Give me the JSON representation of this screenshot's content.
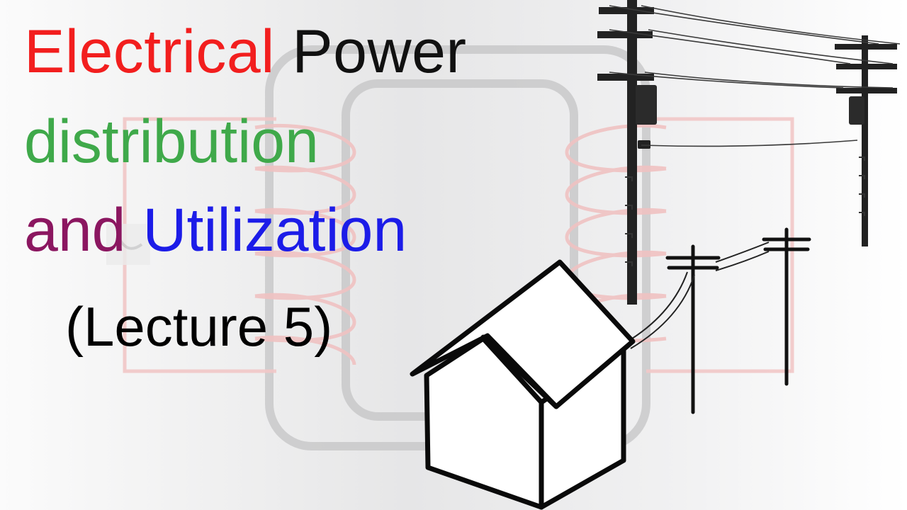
{
  "title": {
    "line1": {
      "part1": "Electrical",
      "part2": "Power"
    },
    "line2": "distribution",
    "line3": {
      "part1": "and",
      "part2": "Utilization"
    },
    "lecture": "(Lecture 5)"
  },
  "colors": {
    "electrical": "#f21e1e",
    "power": "#111111",
    "distribution": "#3fa94a",
    "and": "#8b1660",
    "utilization": "#1c1ce8",
    "lecture": "#000000",
    "background_light": "#ffffff",
    "background_gray": "#e4e4e5"
  }
}
